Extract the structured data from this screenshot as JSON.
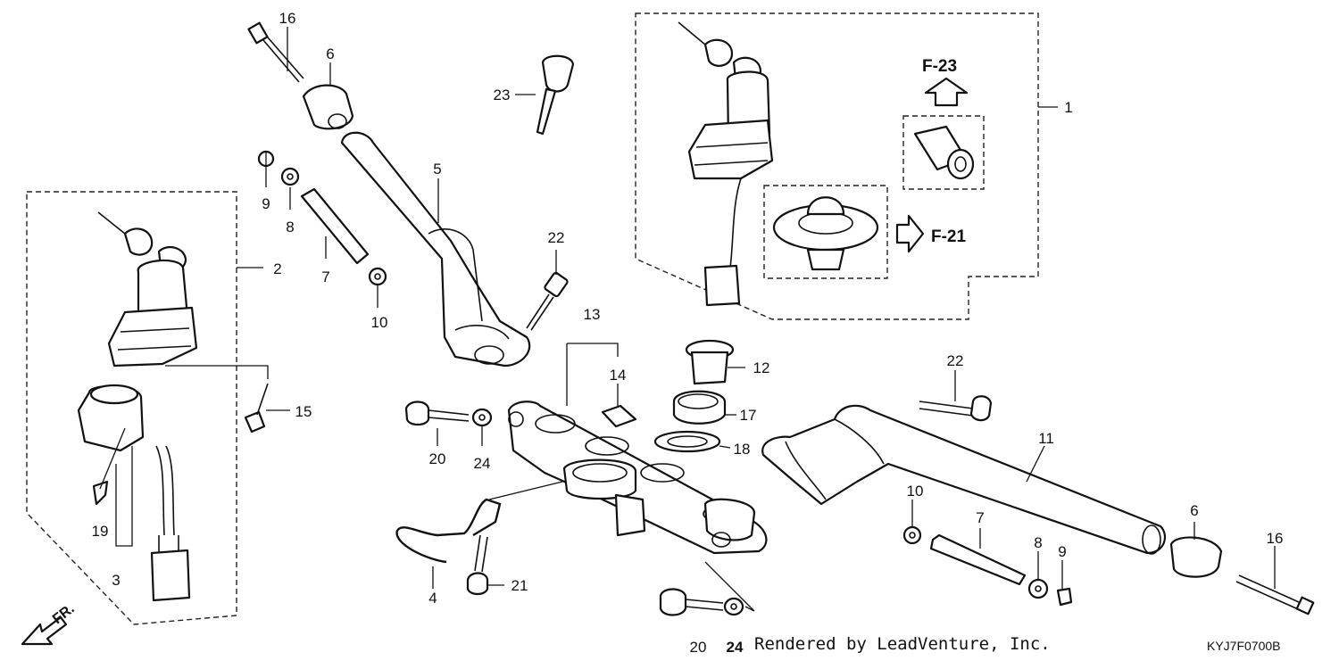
{
  "diagram": {
    "callouts": [
      {
        "id": "c1",
        "text": "1"
      },
      {
        "id": "c2",
        "text": "2"
      },
      {
        "id": "c3",
        "text": "3"
      },
      {
        "id": "c4",
        "text": "4"
      },
      {
        "id": "c5",
        "text": "5"
      },
      {
        "id": "c6a",
        "text": "6"
      },
      {
        "id": "c6b",
        "text": "6"
      },
      {
        "id": "c7a",
        "text": "7"
      },
      {
        "id": "c7b",
        "text": "7"
      },
      {
        "id": "c8a",
        "text": "8"
      },
      {
        "id": "c8b",
        "text": "8"
      },
      {
        "id": "c9a",
        "text": "9"
      },
      {
        "id": "c9b",
        "text": "9"
      },
      {
        "id": "c10a",
        "text": "10"
      },
      {
        "id": "c10b",
        "text": "10"
      },
      {
        "id": "c11",
        "text": "11"
      },
      {
        "id": "c12",
        "text": "12"
      },
      {
        "id": "c13",
        "text": "13"
      },
      {
        "id": "c14",
        "text": "14"
      },
      {
        "id": "c15",
        "text": "15"
      },
      {
        "id": "c16a",
        "text": "16"
      },
      {
        "id": "c16b",
        "text": "16"
      },
      {
        "id": "c17",
        "text": "17"
      },
      {
        "id": "c18",
        "text": "18"
      },
      {
        "id": "c19",
        "text": "19"
      },
      {
        "id": "c20a",
        "text": "20"
      },
      {
        "id": "c20b",
        "text": "20"
      },
      {
        "id": "c21",
        "text": "21"
      },
      {
        "id": "c22a",
        "text": "22"
      },
      {
        "id": "c22b",
        "text": "22"
      },
      {
        "id": "c23",
        "text": "23"
      },
      {
        "id": "c24a",
        "text": "24"
      },
      {
        "id": "c24b",
        "text": "24"
      }
    ],
    "refs": {
      "f23": "F-23",
      "f21": "F-21"
    },
    "front_label": "FR.",
    "credit": "Rendered by LeadVenture, Inc.",
    "code": "KYJ7F0700B"
  }
}
